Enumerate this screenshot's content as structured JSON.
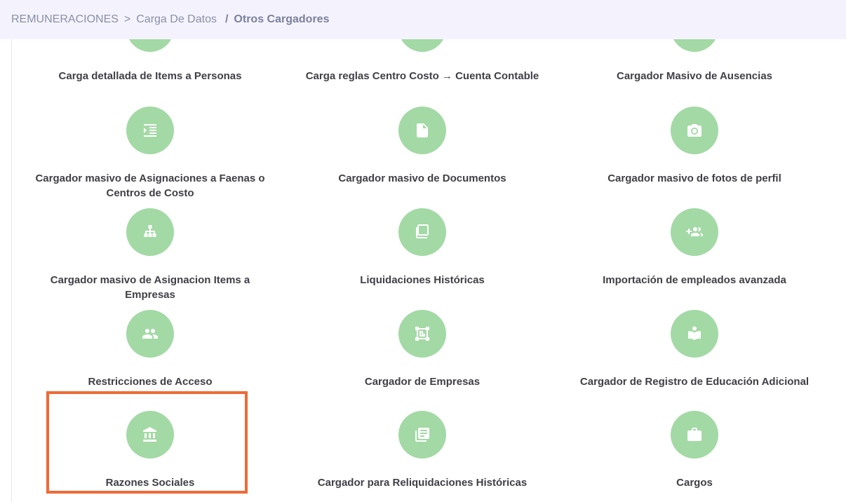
{
  "breadcrumb": {
    "level1": "REMUNERACIONES",
    "sep1": ">",
    "level2": "Carga De Datos",
    "sep2": "/",
    "current": "Otros Cargadores"
  },
  "tiles": [
    {
      "label": "Carga detallada de Items a Personas",
      "icon": "partial-icon"
    },
    {
      "label": "Carga reglas Centro Costo → Cuenta Contable",
      "icon": "partial-icon"
    },
    {
      "label": "Cargador Masivo de Ausencias",
      "icon": "partial-icon"
    },
    {
      "label": "Cargador masivo de Asignaciones a Faenas o Centros de Costo",
      "icon": "indent-list-icon"
    },
    {
      "label": "Cargador masivo de Documentos",
      "icon": "document-icon"
    },
    {
      "label": "Cargador masivo de fotos de perfil",
      "icon": "camera-icon"
    },
    {
      "label": "Cargador masivo de Asignacion Items a Empresas",
      "icon": "org-chart-icon"
    },
    {
      "label": "Liquidaciones Históricas",
      "icon": "copy-icon"
    },
    {
      "label": "Importación de empleados avanzada",
      "icon": "add-people-icon"
    },
    {
      "label": "Restricciones de Acceso",
      "icon": "people-icon"
    },
    {
      "label": "Cargador de Empresas",
      "icon": "building-frame-icon"
    },
    {
      "label": "Cargador de Registro de Educación Adicional",
      "icon": "reading-icon"
    },
    {
      "label": "Razones Sociales",
      "icon": "bank-icon"
    },
    {
      "label": "Cargador para Reliquidaciones Históricas",
      "icon": "library-books-icon"
    },
    {
      "label": "Cargos",
      "icon": "briefcase-icon"
    }
  ],
  "colors": {
    "circle": "#a3d9a5",
    "highlight": "#f06a36",
    "breadcrumb_bg": "#f4f3fd"
  }
}
